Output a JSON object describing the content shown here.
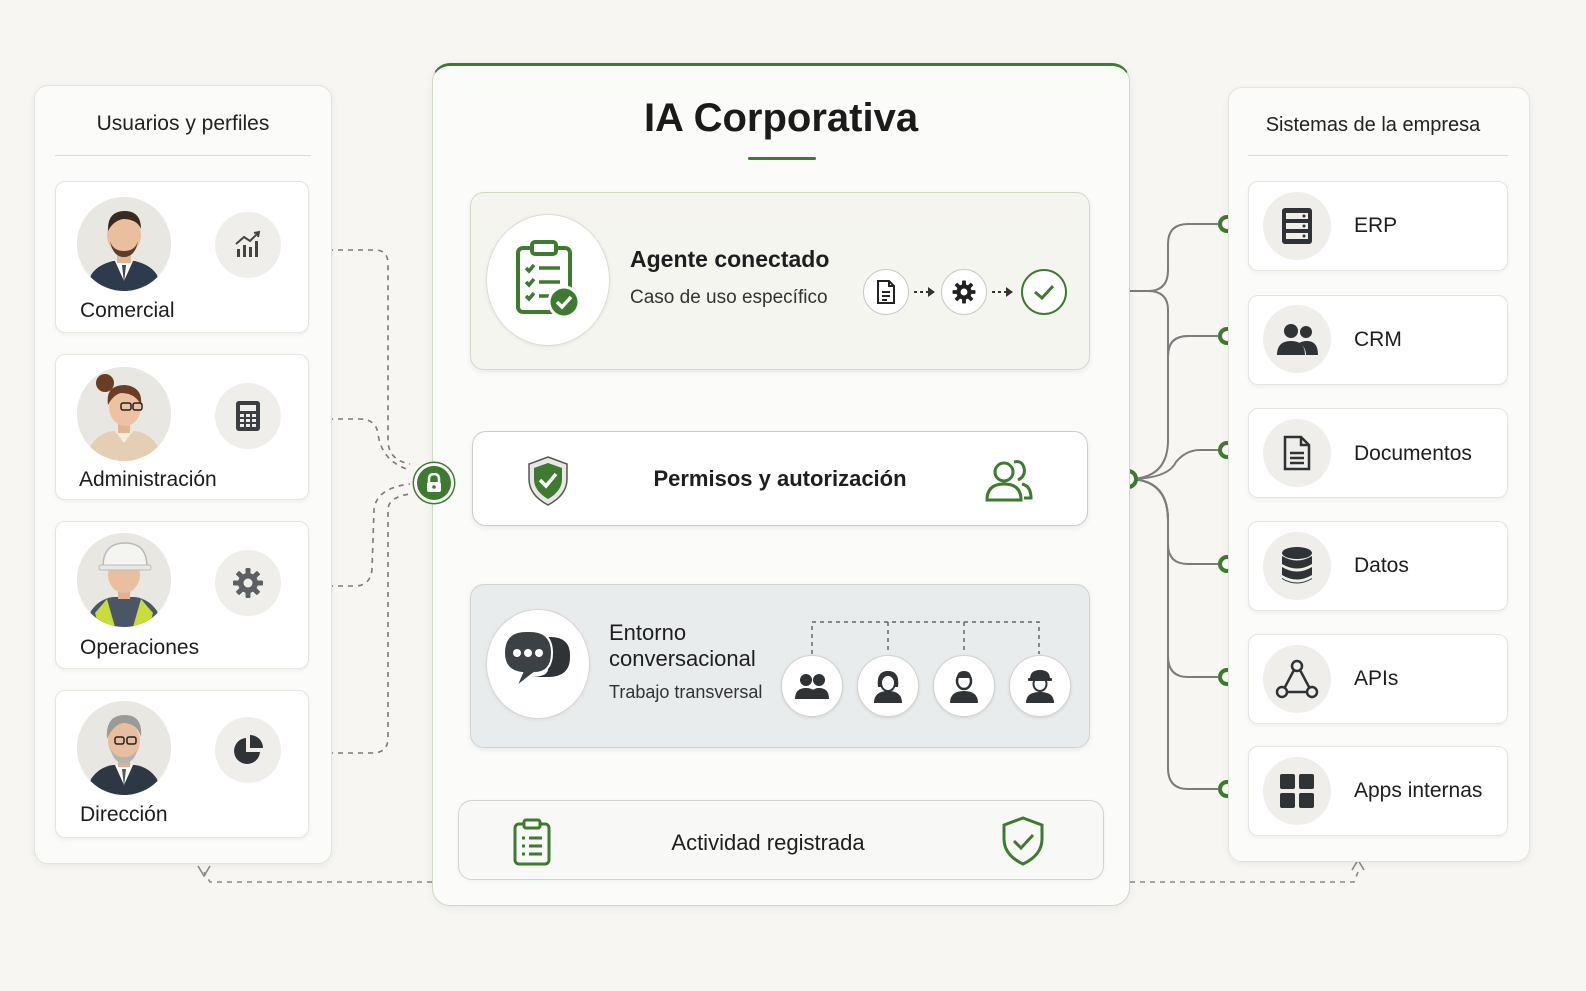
{
  "title": "IA Corporativa",
  "users_panel": {
    "title": "Usuarios y perfiles",
    "users": [
      {
        "label": "Comercial",
        "icon": "growth-chart-icon"
      },
      {
        "label": "Administración",
        "icon": "calculator-icon"
      },
      {
        "label": "Operaciones",
        "icon": "gear-icon"
      },
      {
        "label": "Dirección",
        "icon": "pie-chart-icon"
      }
    ]
  },
  "agent": {
    "title": "Agente conectado",
    "subtitle": "Caso de uso específico",
    "flow_icons": [
      "document-icon",
      "gear-icon",
      "check-icon"
    ]
  },
  "permissions": {
    "label": "Permisos y autorización"
  },
  "conversation": {
    "title_line1": "Entorno",
    "title_line2": "conversacional",
    "subtitle": "Trabajo transversal",
    "roles": [
      "group-icon",
      "woman-icon",
      "man-icon",
      "worker-icon"
    ]
  },
  "activity": {
    "label": "Actividad registrada"
  },
  "systems_panel": {
    "title": "Sistemas de la empresa",
    "systems": [
      {
        "label": "ERP",
        "icon": "server-icon"
      },
      {
        "label": "CRM",
        "icon": "users-icon"
      },
      {
        "label": "Documentos",
        "icon": "document-icon"
      },
      {
        "label": "Datos",
        "icon": "database-icon"
      },
      {
        "label": "APIs",
        "icon": "network-icon"
      },
      {
        "label": "Apps internas",
        "icon": "grid-icon"
      }
    ]
  },
  "colors": {
    "accent": "#3e7a2f",
    "background": "#f7f6f2",
    "dark_icon": "#2f3335"
  }
}
